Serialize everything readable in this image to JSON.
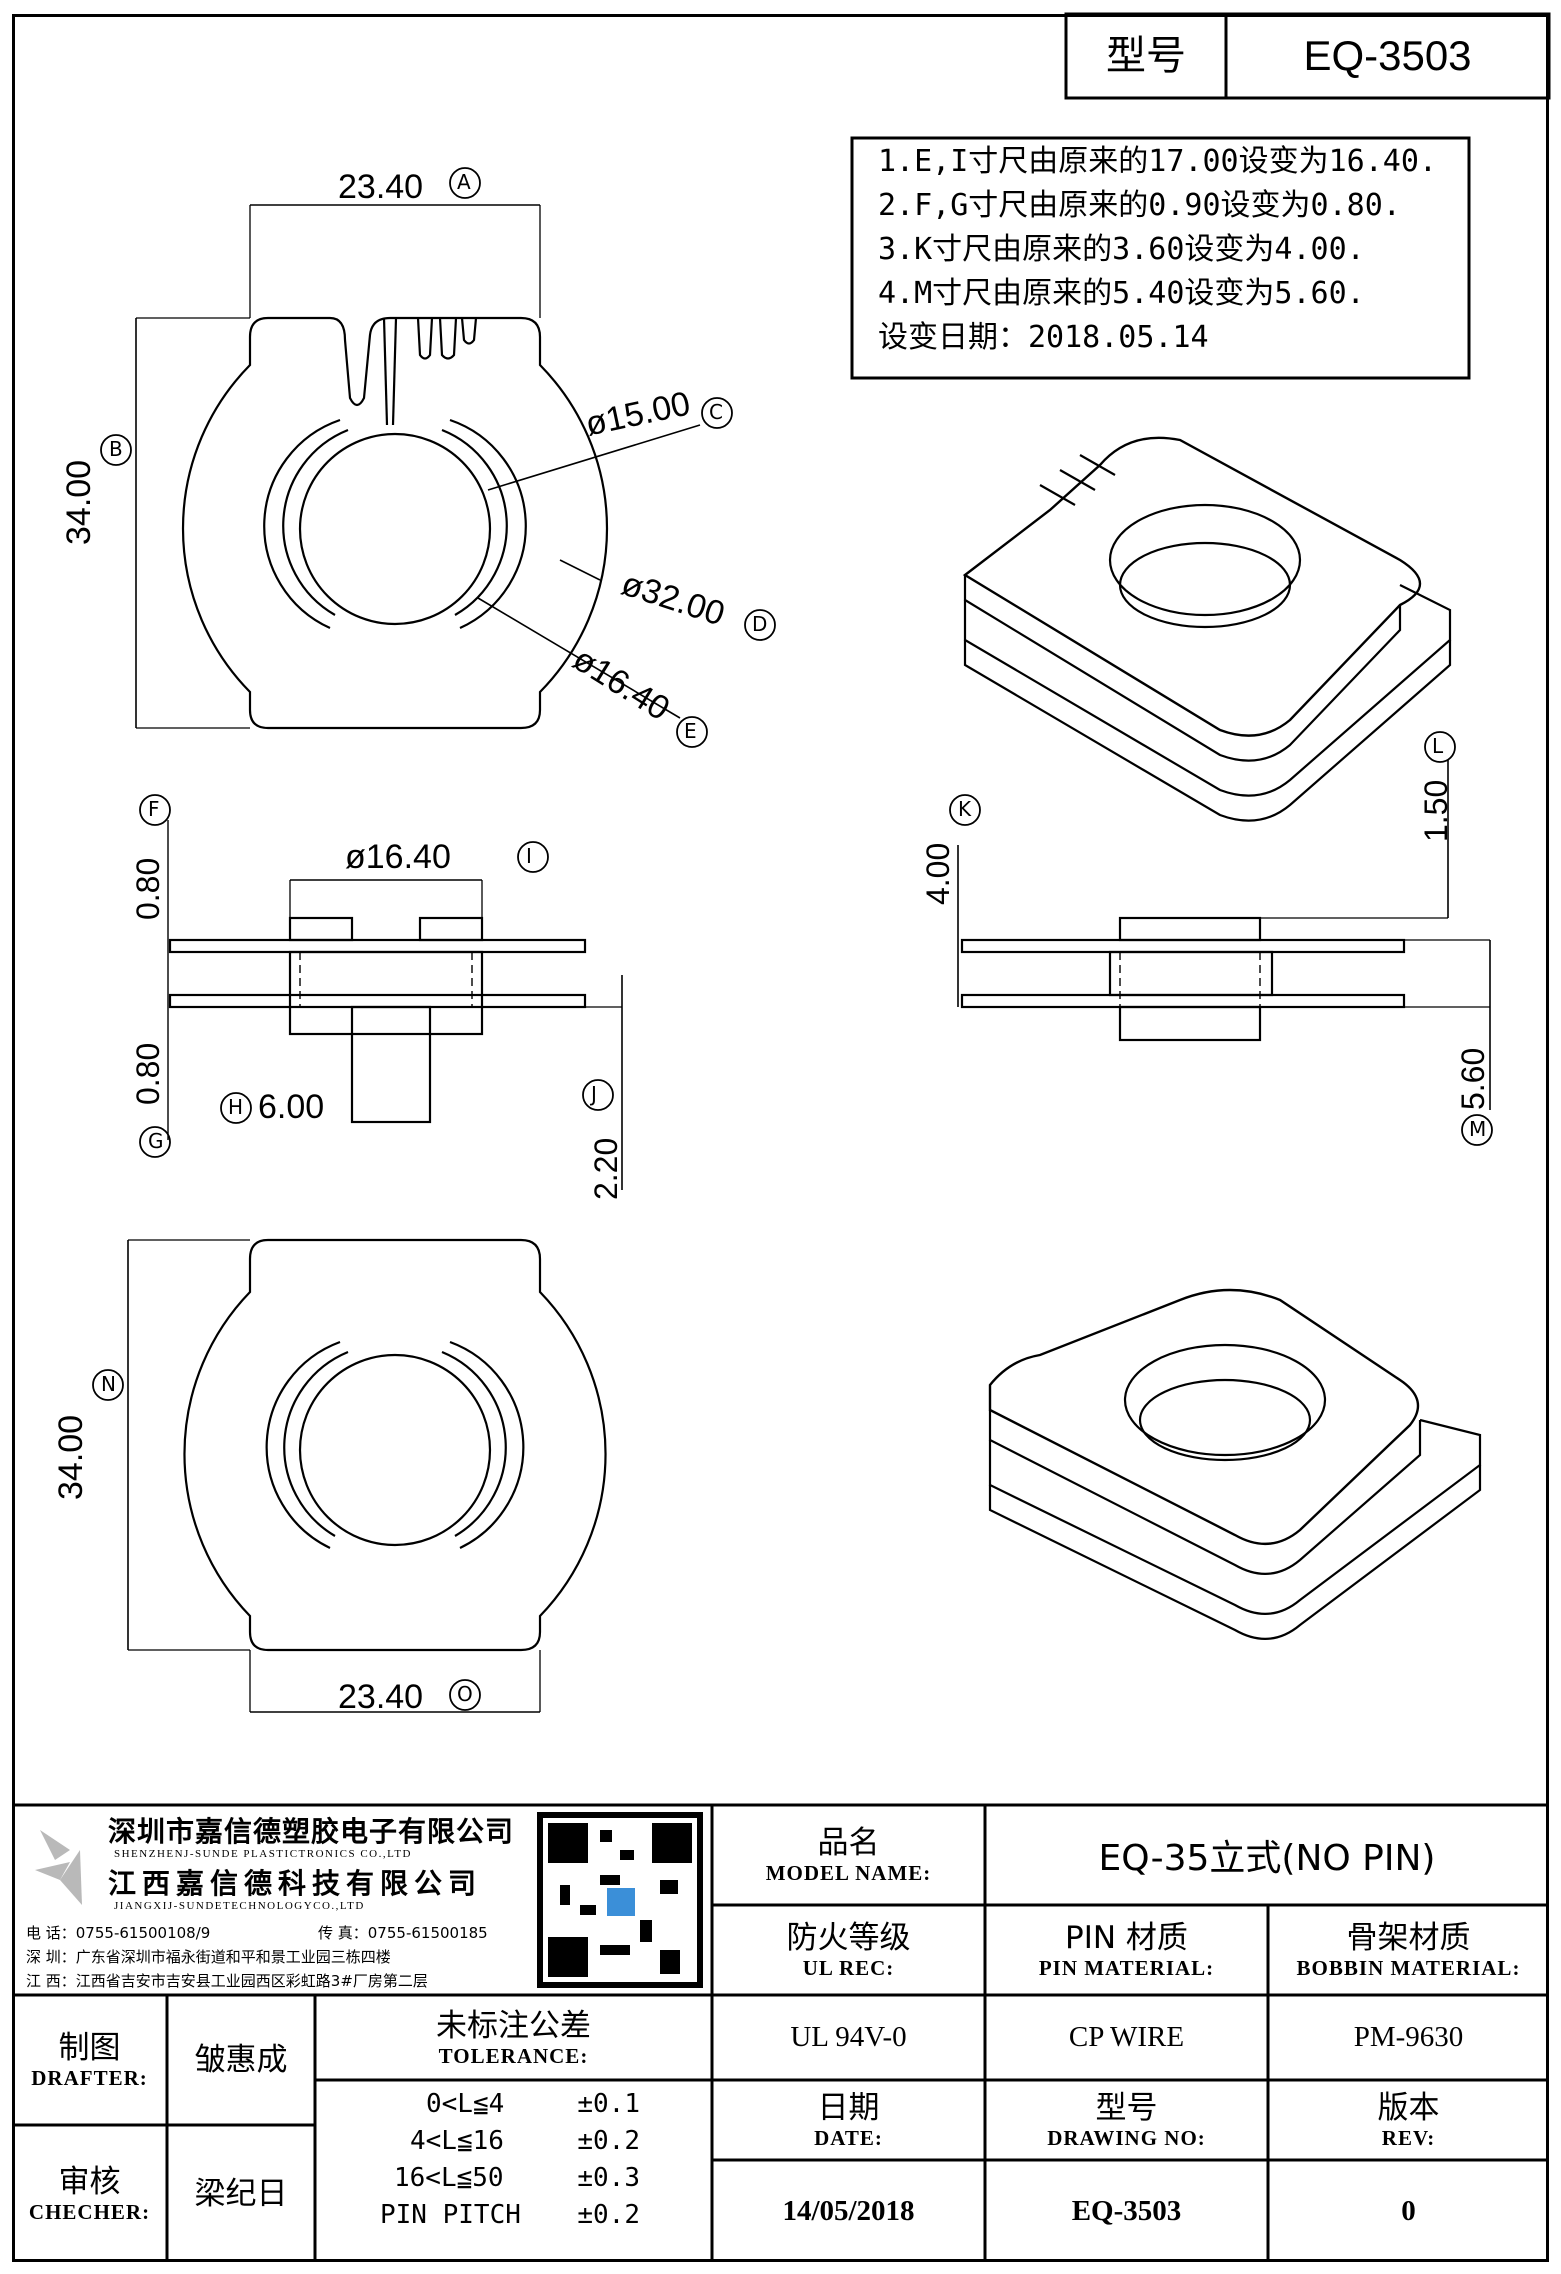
{
  "header": {
    "model_label": "型号",
    "model_value": "EQ-3503"
  },
  "change_notes": [
    "1.E,I寸尺由原来的17.00设变为16.40.",
    "2.F,G寸尺由原来的0.90设变为0.80.",
    "3.K寸尺由原来的3.60设变为4.00.",
    "4.M寸尺由原来的5.40设变为5.60.",
    "设变日期：2018.05.14"
  ],
  "dimensions": {
    "A": {
      "value": "23.40",
      "tag": "A"
    },
    "B": {
      "value": "34.00",
      "tag": "B"
    },
    "C": {
      "value": "ø15.00",
      "tag": "C"
    },
    "D": {
      "value": "ø32.00",
      "tag": "D"
    },
    "E": {
      "value": "ø16.40",
      "tag": "E"
    },
    "F": {
      "value": "0.80",
      "tag": "F"
    },
    "G": {
      "value": "0.80",
      "tag": "G"
    },
    "H": {
      "value": "6.00",
      "tag": "H"
    },
    "I": {
      "value": "ø16.40",
      "tag": "I"
    },
    "J": {
      "value": "2.20",
      "tag": "J"
    },
    "K": {
      "value": "4.00",
      "tag": "K"
    },
    "L": {
      "value": "1.50",
      "tag": "L"
    },
    "M": {
      "value": "5.60",
      "tag": "M"
    },
    "N": {
      "value": "34.00",
      "tag": "N"
    },
    "O": {
      "value": "23.40",
      "tag": "O"
    }
  },
  "company": {
    "name_cn_1": "深圳市嘉信德塑胶电子有限公司",
    "name_en_1": "SHENZHENJ-SUNDE PLASTICTRONICS CO.,LTD",
    "name_cn_2": "江西嘉信德科技有限公司",
    "name_en_2": "JIANGXIJ-SUNDETECHNOLOGYCO.,LTD",
    "phone": "电 话：0755-61500108/9",
    "fax": "传 真：0755-61500185",
    "addr_sz": "深 圳：广东省深圳市福永街道和平和景工业园三栋四楼",
    "addr_jx": "江 西：江西省吉安市吉安县工业园西区彩虹路3#厂房第二层"
  },
  "title_block": {
    "product_label_cn": "品名",
    "product_label_en": "MODEL NAME:",
    "product_value": "EQ-35立式(NO PIN)",
    "ul_label_cn": "防火等级",
    "ul_label_en": "UL REC:",
    "ul_value": "UL 94V-0",
    "pin_label_cn": "PIN 材质",
    "pin_label_en": "PIN MATERIAL:",
    "pin_value": "CP WIRE",
    "bobbin_label_cn": "骨架材质",
    "bobbin_label_en": "BOBBIN MATERIAL:",
    "bobbin_value": "PM-9630",
    "date_label_cn": "日期",
    "date_label_en": "DATE:",
    "date_value": "14/05/2018",
    "drawing_label_cn": "型号",
    "drawing_label_en": "DRAWING NO:",
    "drawing_value": "EQ-3503",
    "rev_label_cn": "版本",
    "rev_label_en": "REV:",
    "rev_value": "0",
    "drafter_label_cn": "制图",
    "drafter_label_en": "DRAFTER:",
    "drafter_value": "皱惠成",
    "checker_label_cn": "审核",
    "checker_label_en": "CHECHER:",
    "checker_value": "梁纪日",
    "tolerance_label_cn": "未标注公差",
    "tolerance_label_en": "TOLERANCE:",
    "tolerances": [
      {
        "range": "0<L≦4",
        "value": "±0.1"
      },
      {
        "range": "4<L≦16",
        "value": "±0.2"
      },
      {
        "range": "16<L≦50",
        "value": "±0.3"
      },
      {
        "range": "PIN PITCH",
        "value": "±0.2"
      }
    ]
  }
}
